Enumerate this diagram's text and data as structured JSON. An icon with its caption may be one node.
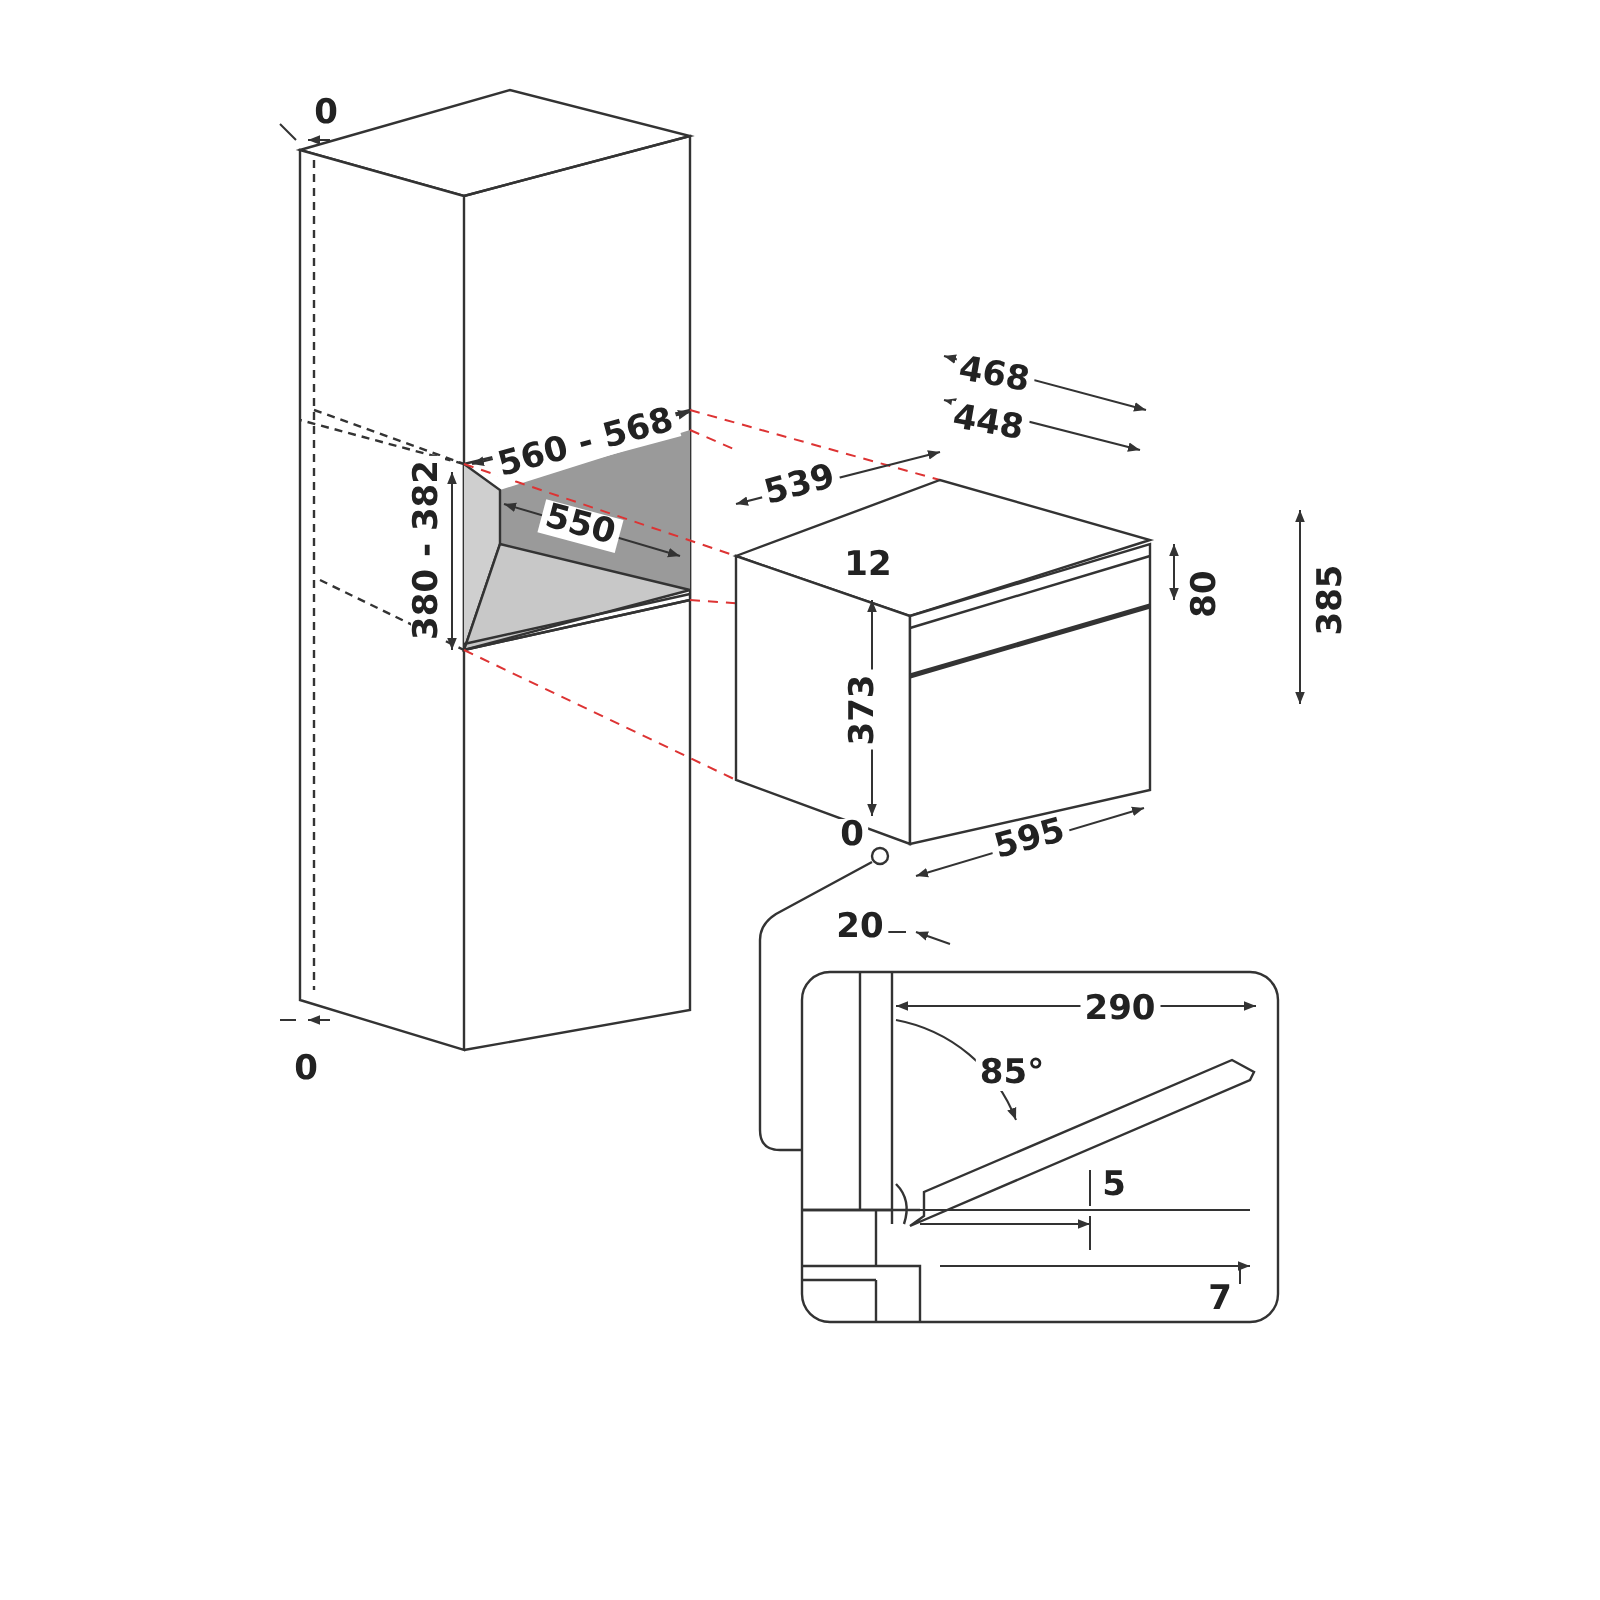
{
  "diagram": {
    "labels": [
      "0",
      "468",
      "448",
      "539",
      "560 - 568",
      "550",
      "380 - 382",
      "12",
      "80",
      "385",
      "373",
      "0",
      "595",
      "20",
      "0",
      "290",
      "85°",
      "5",
      "7"
    ]
  }
}
